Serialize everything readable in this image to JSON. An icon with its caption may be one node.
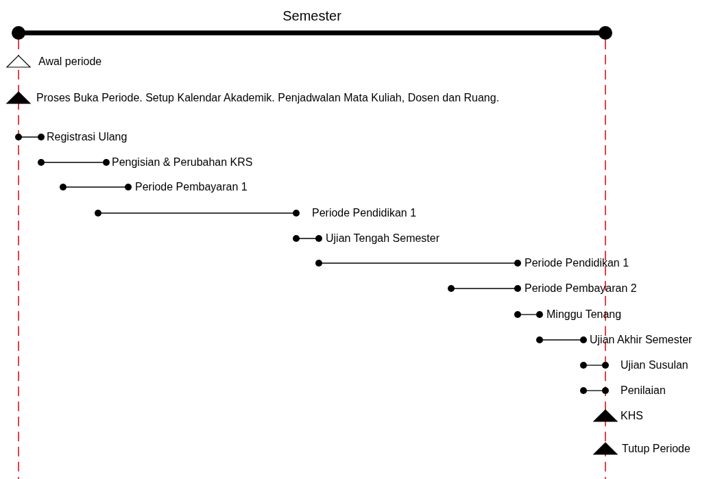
{
  "diagram": {
    "title": "Semester",
    "labels": [
      "Awal periode",
      "Proses Buka Periode. Setup Kalendar Akademik. Penjadwalan Mata Kuliah, Dosen dan Ruang.",
      "Registrasi Ulang",
      "Pengisian & Perubahan KRS",
      "Periode Pembayaran 1",
      "Periode Pendidikan 1",
      "Ujian Tengah Semester",
      "Periode Pendidikan 1",
      "Periode Pembayaran 2",
      "Minggu Tenang",
      "Ujian Akhir Semester",
      "Ujian Susulan",
      "Penilaian",
      "KHS",
      "Tutup Periode"
    ]
  }
}
